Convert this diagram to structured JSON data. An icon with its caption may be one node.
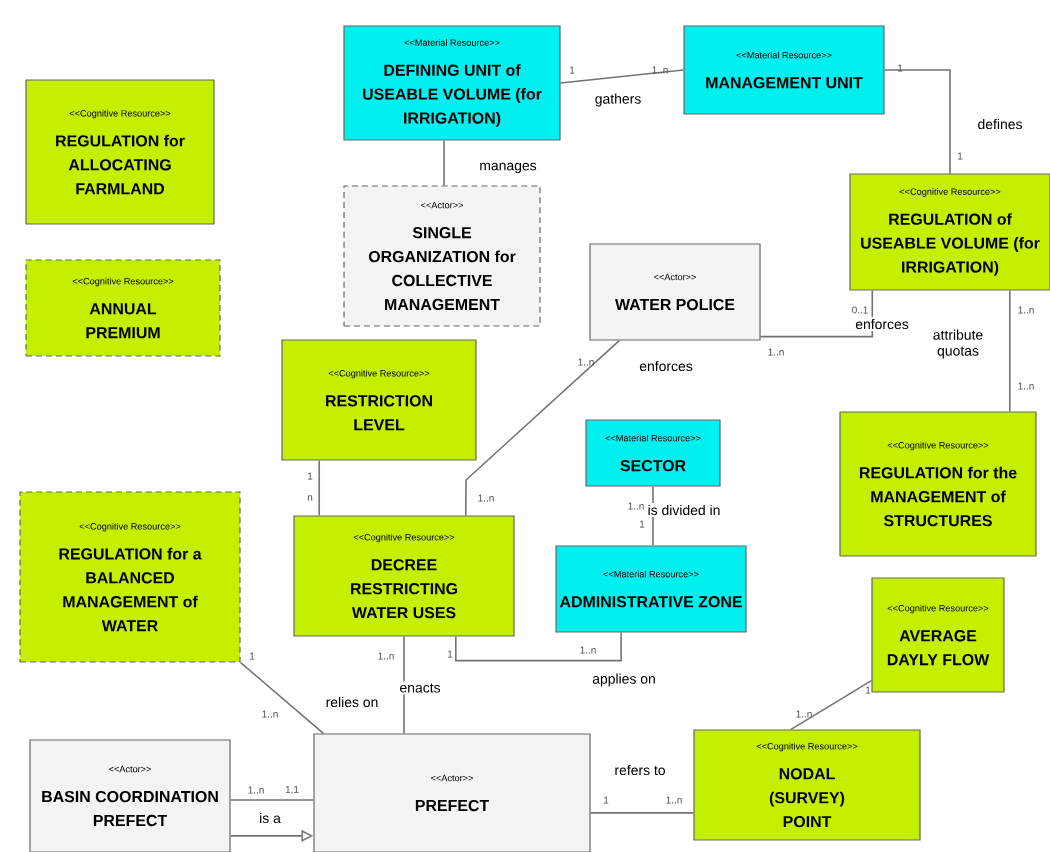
{
  "diagram": {
    "nodes": [
      {
        "text": [
          "<<Cognitive Resource>>",
          "REGULATION for ALLOCATING FARMLAND"
        ]
      },
      {
        "text": [
          "<<Cognitive Resource>>",
          "ANNUAL PREMIUM"
        ]
      },
      {
        "text": [
          "<<Material Resource>>",
          "DEFINING UNIT of USEABLE VOLUME (for IRRIGATION)"
        ]
      },
      {
        "text": [
          "<<Material Resource>>",
          "MANAGEMENT UNIT"
        ]
      },
      {
        "text": [
          "<<Actor>>",
          "SINGLE ORGANIZATION for COLLECTIVE MANAGEMENT"
        ]
      },
      {
        "text": [
          "<<Actor>>",
          "WATER POLICE"
        ]
      },
      {
        "text": [
          "<<Cognitive Resource>>",
          "REGULATION of USEABLE VOLUME (for IRRIGATION)"
        ]
      },
      {
        "text": [
          "<<Cognitive Resource>>",
          "RESTRICTION LEVEL"
        ]
      },
      {
        "text": [
          "<<Material Resource>>",
          "SECTOR"
        ]
      },
      {
        "text": [
          "<<Cognitive Resource>>",
          "REGULATION for the MANAGEMENT of STRUCTURES"
        ]
      },
      {
        "text": [
          "<<Cognitive Resource>>",
          "REGULATION for a BALANCED MANAGEMENT of WATER"
        ]
      },
      {
        "text": [
          "<<Cognitive Resource>>",
          "DECREE RESTRICTING WATER USES"
        ]
      },
      {
        "text": [
          "<<Material Resource>>",
          "ADMINISTRATIVE ZONE"
        ]
      },
      {
        "text": [
          "<<Cognitive Resource>>",
          "AVERAGE DAYLY FLOW"
        ]
      },
      {
        "text": [
          "<<Actor>>",
          "BASIN COORDINATION PREFECT"
        ]
      },
      {
        "text": [
          "<<Actor>>",
          "PREFECT"
        ]
      },
      {
        "text": [
          "<<Cognitive Resource>>",
          "NODAL (SURVEY) POINT"
        ]
      }
    ],
    "edges": [
      {
        "from": 2,
        "to": 3,
        "arrow": "none",
        "label": "gathers"
      },
      {
        "from": 3,
        "to": 6,
        "arrow": "none",
        "label": "defines"
      },
      {
        "from": 2,
        "to": 4,
        "arrow": "none",
        "label": "manages"
      },
      {
        "from": 5,
        "to": 6,
        "arrow": "none",
        "label": "enforces"
      },
      {
        "from": 6,
        "to": 9,
        "arrow": "none",
        "label": "attribute quotas"
      },
      {
        "from": 5,
        "to": 11,
        "arrow": "none",
        "label": "enforces"
      },
      {
        "from": 7,
        "to": 11,
        "arrow": "none"
      },
      {
        "from": 8,
        "to": 12,
        "arrow": "none",
        "label": "is divided in"
      },
      {
        "from": 11,
        "to": 12,
        "arrow": "none",
        "label": "applies on"
      },
      {
        "from": 10,
        "to": 15,
        "arrow": "none",
        "label": "relies on"
      },
      {
        "from": 11,
        "to": 15,
        "arrow": "none",
        "label": "enacts"
      },
      {
        "from": 14,
        "to": 15,
        "arrow": "none"
      },
      {
        "from": 14,
        "to": 15,
        "arrow": "to",
        "label": "is a"
      },
      {
        "from": 15,
        "to": 16,
        "arrow": "none",
        "label": "refers to"
      },
      {
        "from": 16,
        "to": 13,
        "arrow": "none"
      }
    ],
    "labels": [
      "1",
      "1..n",
      "1",
      "1",
      "0..1",
      "1..n",
      "1..n",
      "1..n",
      "1..n",
      "1",
      "n",
      "1..n",
      "1..n",
      "1",
      "1",
      "1..n",
      "1",
      "1..n",
      "1..n",
      "1",
      "1..n",
      "1..n",
      "1,1",
      "1",
      "1..n"
    ]
  }
}
